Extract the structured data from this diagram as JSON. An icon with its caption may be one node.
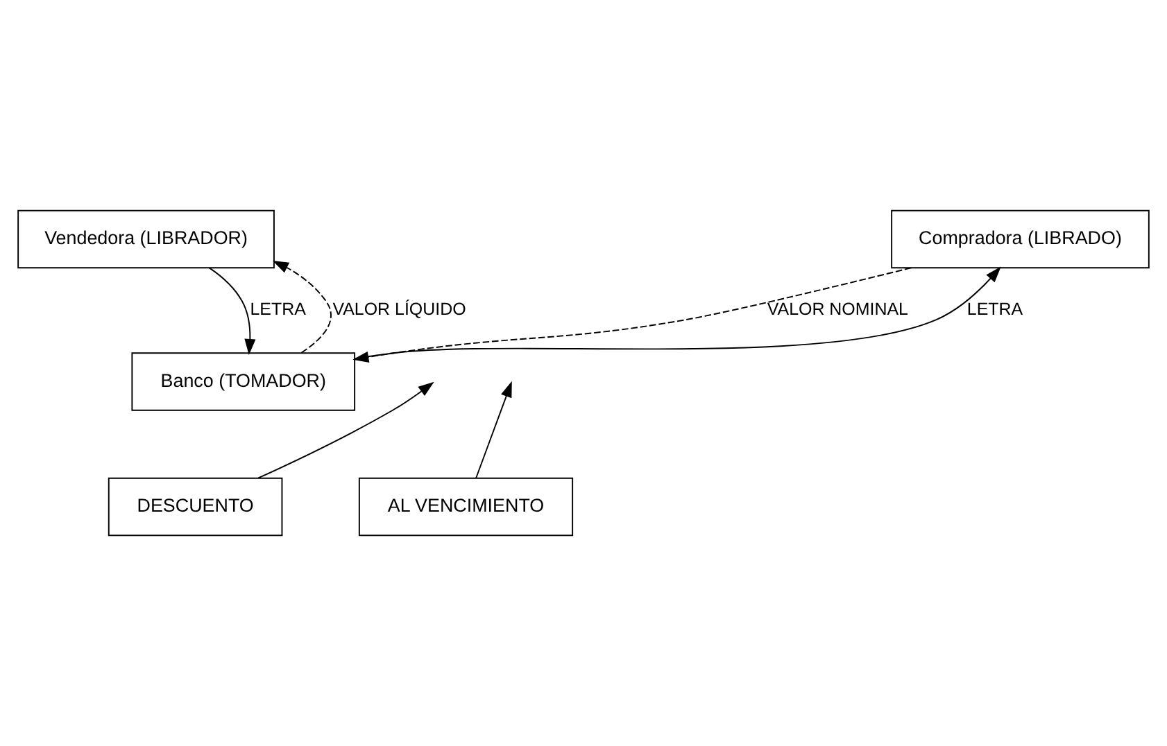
{
  "diagram": {
    "nodes": [
      {
        "text": [
          "Vendedora (LIBRADOR)"
        ]
      },
      {
        "text": [
          "Compradora (LIBRADO)"
        ]
      },
      {
        "text": [
          "Banco (TOMADOR)"
        ]
      },
      {
        "text": [
          "DESCUENTO"
        ]
      },
      {
        "text": [
          "AL VENCIMIENTO"
        ]
      }
    ],
    "edges": [
      {
        "from": 0,
        "to": 2,
        "arrow": "to",
        "label": "LETRA"
      },
      {
        "from": 2,
        "to": 1,
        "arrow": "to",
        "label": "LETRA"
      },
      {
        "from": 2,
        "to": 0,
        "arrow": "to",
        "style": "dashed",
        "label": "VALOR LÍQUIDO"
      },
      {
        "from": 1,
        "to": 2,
        "arrow": "to",
        "style": "dashed",
        "label": "VALOR NOMINAL"
      },
      {
        "from": 3,
        "to": null,
        "arrow": "to"
      },
      {
        "from": 4,
        "to": null,
        "arrow": "to"
      }
    ]
  }
}
